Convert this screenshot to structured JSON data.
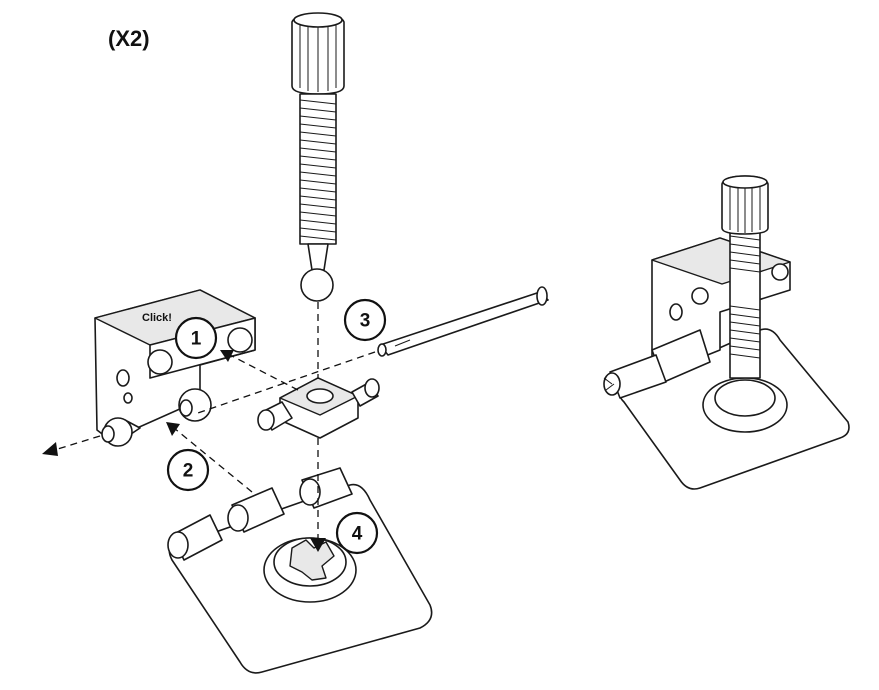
{
  "quantity_label": "(X2)",
  "click_label": "Click!",
  "steps": [
    "1",
    "2",
    "3",
    "4"
  ],
  "colors": {
    "line": "#1a1a1a",
    "background": "#ffffff",
    "shade": "#e8e8e8"
  },
  "icons": [
    "thumb-screw-icon",
    "bracket-icon",
    "hinge-pin-icon",
    "nut-block-icon",
    "hinge-plate-icon",
    "assembled-clamp-icon"
  ]
}
